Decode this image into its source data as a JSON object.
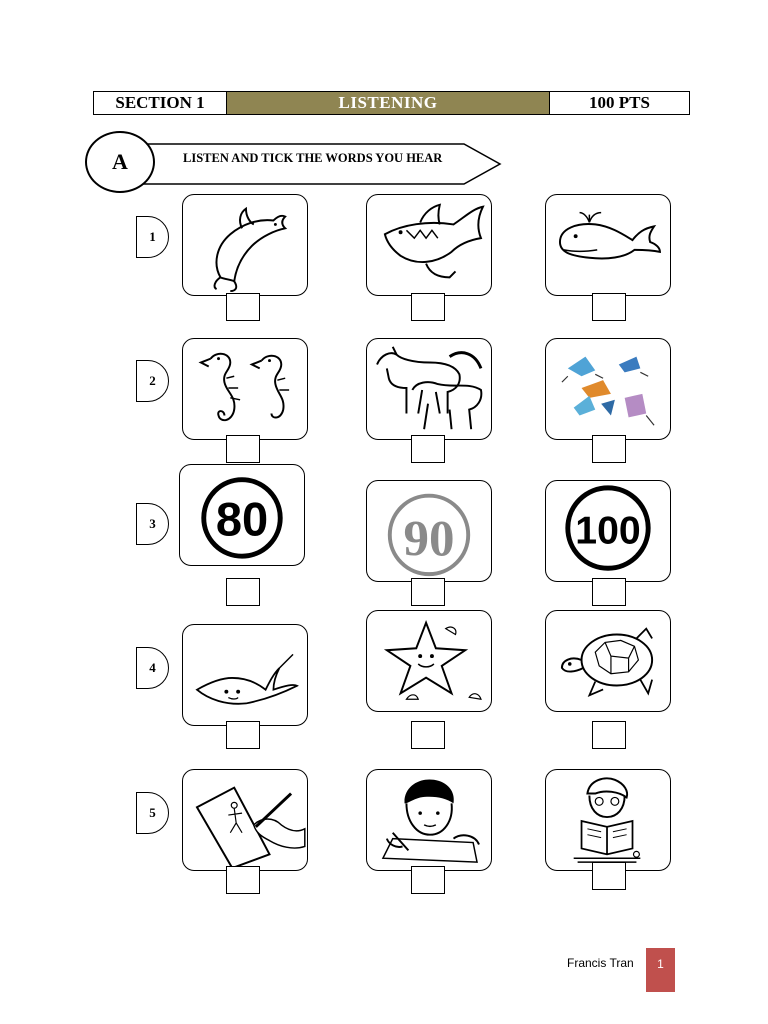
{
  "header": {
    "section": "SECTION 1",
    "title": "LISTENING",
    "points": "100 PTS"
  },
  "task": {
    "letter": "A",
    "instruction": "LISTEN AND TICK THE WORDS YOU HEAR"
  },
  "rows": [
    {
      "number": "1",
      "pictures": [
        "dolphin",
        "shark",
        "whale"
      ]
    },
    {
      "number": "2",
      "pictures": [
        "seahorses",
        "horses",
        "stingrays"
      ]
    },
    {
      "number": "3",
      "pictures": [
        "80",
        "90",
        "100"
      ]
    },
    {
      "number": "4",
      "pictures": [
        "stingray",
        "starfish",
        "turtle"
      ]
    },
    {
      "number": "5",
      "pictures": [
        "drawing",
        "writing",
        "reading"
      ]
    }
  ],
  "footer": {
    "author": "Francis Tran",
    "page": "1"
  },
  "colors": {
    "header_accent": "#8f8552",
    "page_badge": "#c0504d"
  }
}
